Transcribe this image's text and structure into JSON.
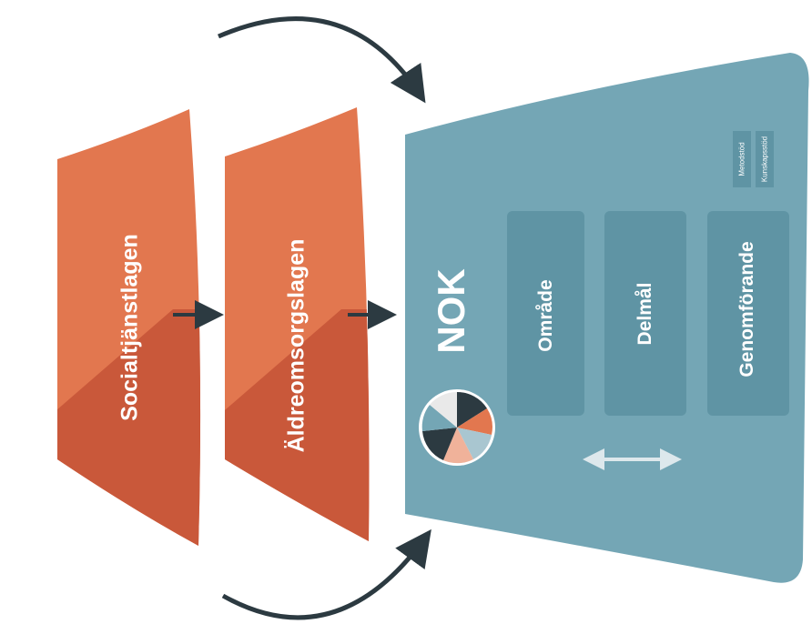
{
  "laws": [
    {
      "label": "Socialtjänstlagen"
    },
    {
      "label": "Äldreomsorgslagen"
    }
  ],
  "nok": {
    "title": "NOK",
    "boxes": [
      {
        "label": "Område"
      },
      {
        "label": "Delmål"
      },
      {
        "label": "Genomförande"
      }
    ],
    "supports": [
      {
        "label": "Metodstöd"
      },
      {
        "label": "Kunskapsstöd"
      }
    ]
  },
  "colors": {
    "law_light": "#e2774f",
    "law_dark": "#c9583a",
    "nok_panel": "#74a6b5",
    "nok_box": "#5f94a4",
    "arrow": "#2c3a41",
    "double_arrow": "#dde8ec"
  }
}
